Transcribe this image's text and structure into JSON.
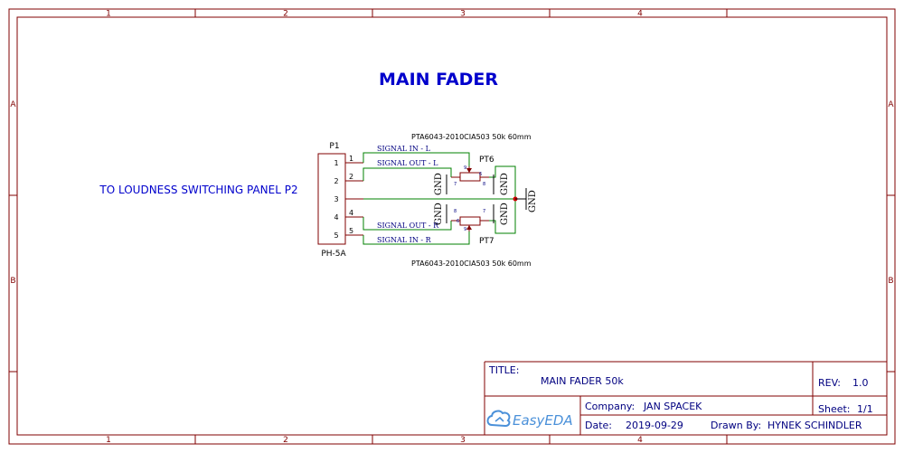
{
  "heading": "MAIN FADER",
  "side_note": "TO LOUDNESS SWITCHING PANEL P2",
  "zones": {
    "columns": [
      "1",
      "2",
      "3",
      "4"
    ],
    "rows": [
      "A",
      "B"
    ]
  },
  "connector": {
    "designator": "P1",
    "footprint": "PH-5A",
    "pins": [
      "1",
      "2",
      "3",
      "4",
      "5"
    ]
  },
  "nets": {
    "signal_in_l": "SIGNAL IN - L",
    "signal_out_l": "SIGNAL OUT - L",
    "signal_out_r": "SIGNAL OUT - R",
    "signal_in_r": "SIGNAL IN - R",
    "ground": "GND"
  },
  "potentiometers": [
    {
      "designator": "PT6",
      "part": "PTA6043-2010CIA503 50k 60mm",
      "pins": [
        "6",
        "7",
        "8",
        "9"
      ]
    },
    {
      "designator": "PT7",
      "part": "PTA6043-2010CIA503 50k 60mm",
      "pins": [
        "6",
        "7",
        "8",
        "9"
      ]
    }
  ],
  "title_block": {
    "title_label": "TITLE:",
    "title": "MAIN FADER 50k",
    "rev_label": "REV:",
    "rev": "1.0",
    "company_label": "Company:",
    "company": "JAN SPACEK",
    "sheet_label": "Sheet:",
    "sheet": "1/1",
    "date_label": "Date:",
    "date": "2019-09-29",
    "drawn_by_label": "Drawn By:",
    "drawn_by": "HYNEK SCHINDLER",
    "logo_text": "EasyEDA"
  },
  "colors": {
    "frame": "#800000",
    "wire": "#008000",
    "net_label": "#000080",
    "heading": "#0000cc",
    "component_outline": "#800000"
  }
}
